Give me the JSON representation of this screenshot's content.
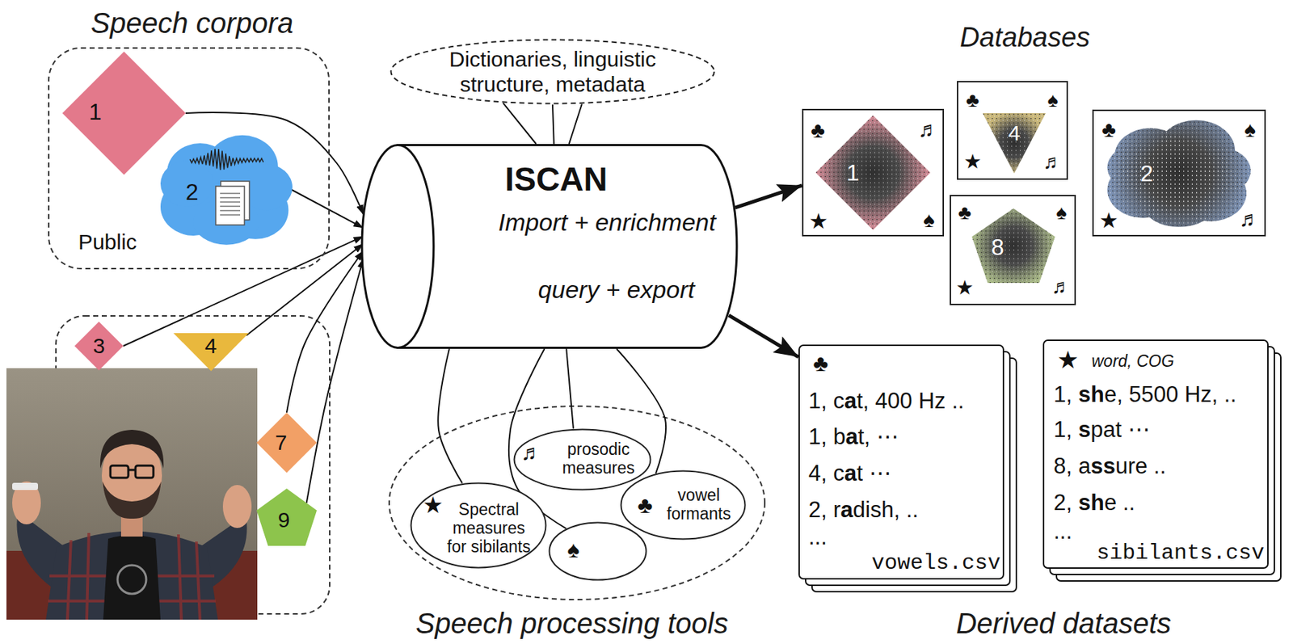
{
  "diagram": {
    "nodes": [
      {
        "text": [
          "Public"
        ]
      },
      {
        "text": [
          "1"
        ],
        "in": 0
      },
      {
        "text": [
          "2"
        ],
        "in": 0
      },
      {
        "text": [
          "3"
        ]
      },
      {
        "text": [
          "4"
        ]
      },
      {
        "text": [
          "7"
        ]
      },
      {
        "text": [
          "9"
        ]
      },
      {
        "text": [
          "Dictionaries, linguistic structure, metadata"
        ]
      },
      {
        "text": [
          "ISCAN",
          "Import + enrichment",
          "query + export"
        ]
      },
      {
        "text": [
          "★",
          "Spectral measures for sibilants"
        ]
      },
      {
        "text": [
          "♬",
          "prosodic measures"
        ]
      },
      {
        "text": [
          "♠"
        ]
      },
      {
        "text": [
          "♣",
          "vowel formants"
        ]
      },
      {
        "text": [
          "♣",
          "♬",
          "★",
          "♠"
        ]
      },
      {
        "text": [
          "1"
        ],
        "in": 13
      },
      {
        "text": [
          "♣",
          "♠",
          "★",
          "♬"
        ]
      },
      {
        "text": [
          "4"
        ],
        "in": 15
      },
      {
        "text": [
          "♣",
          "♠",
          "★",
          "♬"
        ]
      },
      {
        "text": [
          "8"
        ],
        "in": 17
      },
      {
        "text": [
          "♣",
          "♠",
          "★",
          "♬"
        ]
      },
      {
        "text": [
          "2"
        ],
        "in": 19
      },
      {
        "text": [
          "♣",
          "1, cat, 400 Hz ..",
          "1, bat, ⋯",
          "4, cat ⋯",
          "2, radish, ..",
          "...",
          "vowels.csv"
        ]
      },
      {
        "text": [
          "★",
          "word, COG",
          "1, she, 5500 Hz, ..",
          "1, spat ⋯",
          "8, assure ..",
          "2, she ..",
          "...",
          "sibilants.csv"
        ]
      }
    ],
    "edges": [
      {
        "from": 1,
        "to": 8,
        "arrow": "to"
      },
      {
        "from": 2,
        "to": 8,
        "arrow": "to"
      },
      {
        "from": 3,
        "to": 8,
        "arrow": "to"
      },
      {
        "from": 4,
        "to": 8,
        "arrow": "to"
      },
      {
        "from": 5,
        "to": 8,
        "arrow": "to"
      },
      {
        "from": 6,
        "to": 8,
        "arrow": "to"
      },
      {
        "from": 7,
        "to": 8,
        "arrow": "none"
      },
      {
        "from": 8,
        "to": 9,
        "arrow": "none"
      },
      {
        "from": 8,
        "to": 10,
        "arrow": "none"
      },
      {
        "from": 8,
        "to": 11,
        "arrow": "none"
      },
      {
        "from": 8,
        "to": 12,
        "arrow": "none"
      },
      {
        "from": 8,
        "to": 13,
        "arrow": "to"
      },
      {
        "from": 8,
        "to": 21,
        "arrow": "to"
      }
    ],
    "labels": [
      "Speech corpora",
      "Databases",
      "Speech processing tools",
      "Derived datasets"
    ]
  }
}
